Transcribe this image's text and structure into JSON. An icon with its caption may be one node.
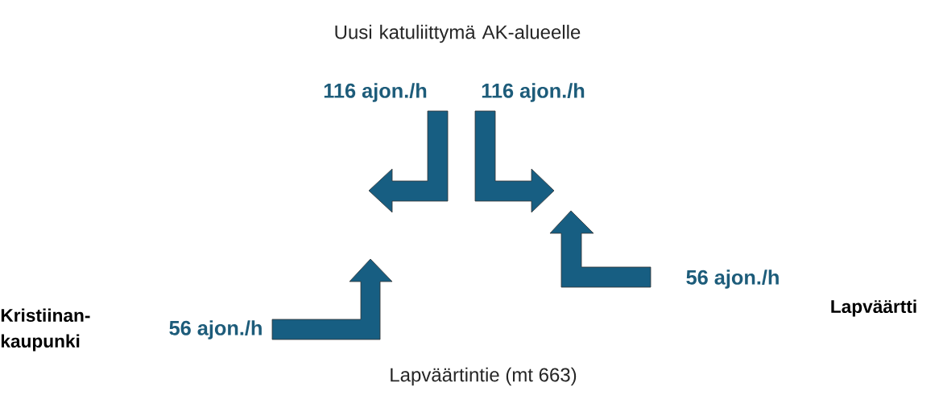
{
  "diagram": {
    "labels": [
      "Uusi katuliittymä AK-alueelle",
      "116 ajon./h",
      "116 ajon./h",
      "Kristiinan-kaupunki",
      "56 ajon./h",
      "56 ajon./h",
      "Lapväärtti",
      "Lapväärtintie (mt 663)"
    ]
  }
}
